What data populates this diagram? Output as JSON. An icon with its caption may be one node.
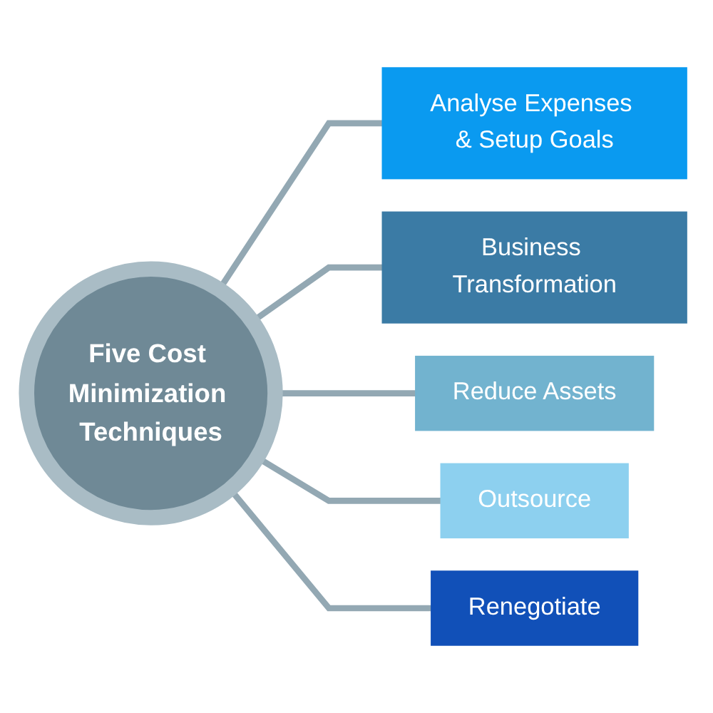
{
  "diagram": {
    "nodes": [
      {
        "text": [
          "Five Cost Minimization Techniques"
        ]
      },
      {
        "text": [
          "Analyse Expenses & Setup Goals"
        ]
      },
      {
        "text": [
          "Business Transformation"
        ]
      },
      {
        "text": [
          "Reduce Assets"
        ]
      },
      {
        "text": [
          "Outsource"
        ]
      },
      {
        "text": [
          "Renegotiate"
        ]
      }
    ],
    "edges": [
      {
        "from": 0,
        "to": 1,
        "arrow": "none"
      },
      {
        "from": 0,
        "to": 2,
        "arrow": "none"
      },
      {
        "from": 0,
        "to": 3,
        "arrow": "none"
      },
      {
        "from": 0,
        "to": 4,
        "arrow": "none"
      },
      {
        "from": 0,
        "to": 5,
        "arrow": "none"
      }
    ]
  }
}
